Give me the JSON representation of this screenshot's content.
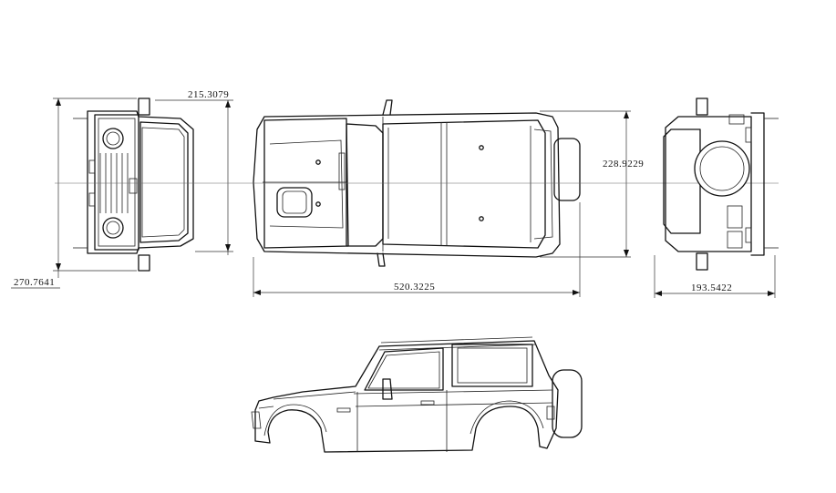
{
  "dimensions": {
    "front_height": "215.3079",
    "overall_height": "270.7641",
    "top_width": "228.9229",
    "top_length": "520.3225",
    "rear_width": "193.5422"
  },
  "colors": {
    "line": "#111111",
    "background": "#ffffff"
  }
}
